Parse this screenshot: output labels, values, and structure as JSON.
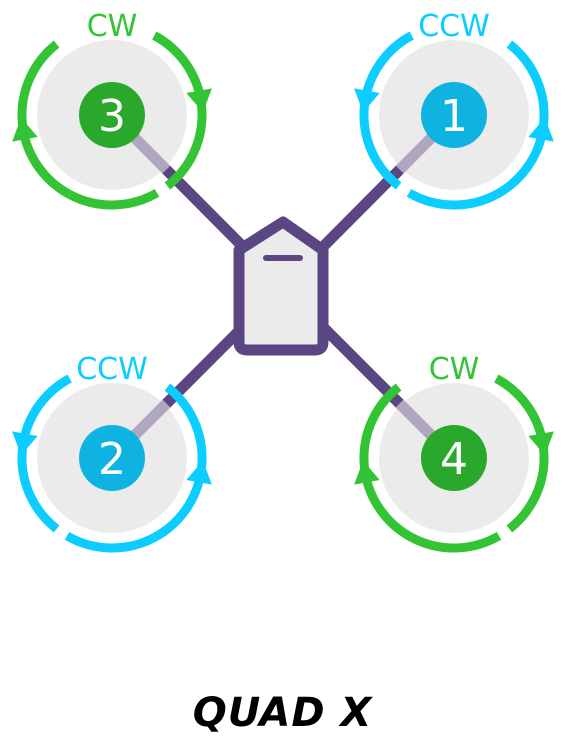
{
  "title": "QUAD X",
  "colors": {
    "cw": "#33c435",
    "ccw": "#0ccdff",
    "cw_hub": "#2aa82c",
    "ccw_hub": "#0fb3e2",
    "frame": "#5a4682",
    "arm_light": "#b1a6bf",
    "prop_disc": "#ebebeb",
    "body_fill": "#ebebeb"
  },
  "motors": [
    {
      "id": "3",
      "label": "3",
      "direction": "CW",
      "position": "front-left"
    },
    {
      "id": "1",
      "label": "1",
      "direction": "CCW",
      "position": "front-right"
    },
    {
      "id": "2",
      "label": "2",
      "direction": "CCW",
      "position": "rear-left"
    },
    {
      "id": "4",
      "label": "4",
      "direction": "CW",
      "position": "rear-right"
    }
  ]
}
